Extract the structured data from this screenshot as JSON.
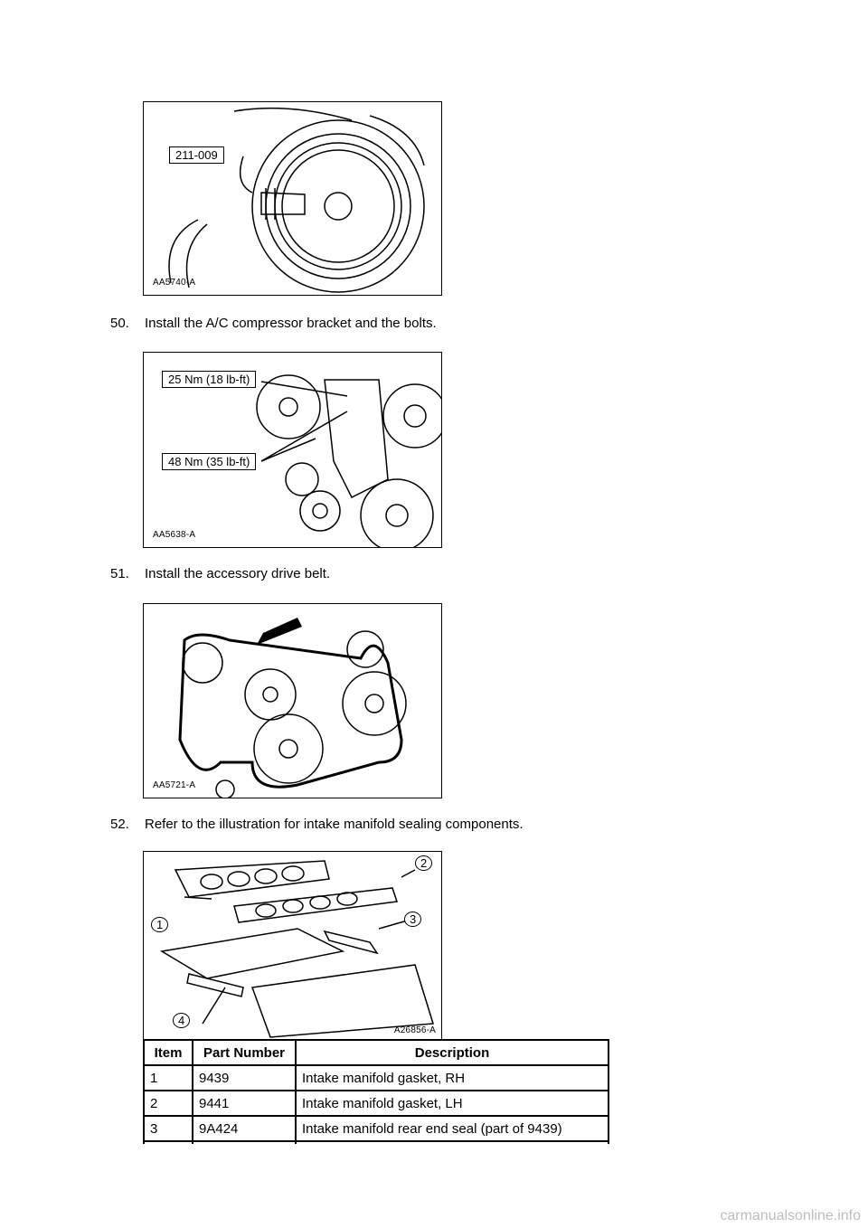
{
  "figures": [
    {
      "code": "AA5740-A",
      "callouts": [
        "211-009"
      ]
    },
    {
      "code": "AA5638-A",
      "callouts": [
        "25 Nm (18 lb-ft)",
        "48 Nm (35 lb-ft)"
      ]
    },
    {
      "code": "AA5721-A",
      "callouts": []
    },
    {
      "code": "A26856-A",
      "callouts": [
        "1",
        "2",
        "3",
        "4"
      ]
    }
  ],
  "steps": [
    {
      "number": "50.",
      "text": "Install the A/C compressor bracket and the bolts."
    },
    {
      "number": "51.",
      "text": "Install the accessory drive belt."
    },
    {
      "number": "52.",
      "text": "Refer to the illustration for intake manifold sealing components."
    }
  ],
  "parts_table": {
    "headers": [
      "Item",
      "Part Number",
      "Description"
    ],
    "rows": [
      [
        "1",
        "9439",
        "Intake manifold gasket, RH"
      ],
      [
        "2",
        "9441",
        "Intake manifold gasket, LH"
      ],
      [
        "3",
        "9A424",
        "Intake manifold rear end seal (part of 9439)"
      ]
    ]
  },
  "watermark": "carmanualsonline.info"
}
